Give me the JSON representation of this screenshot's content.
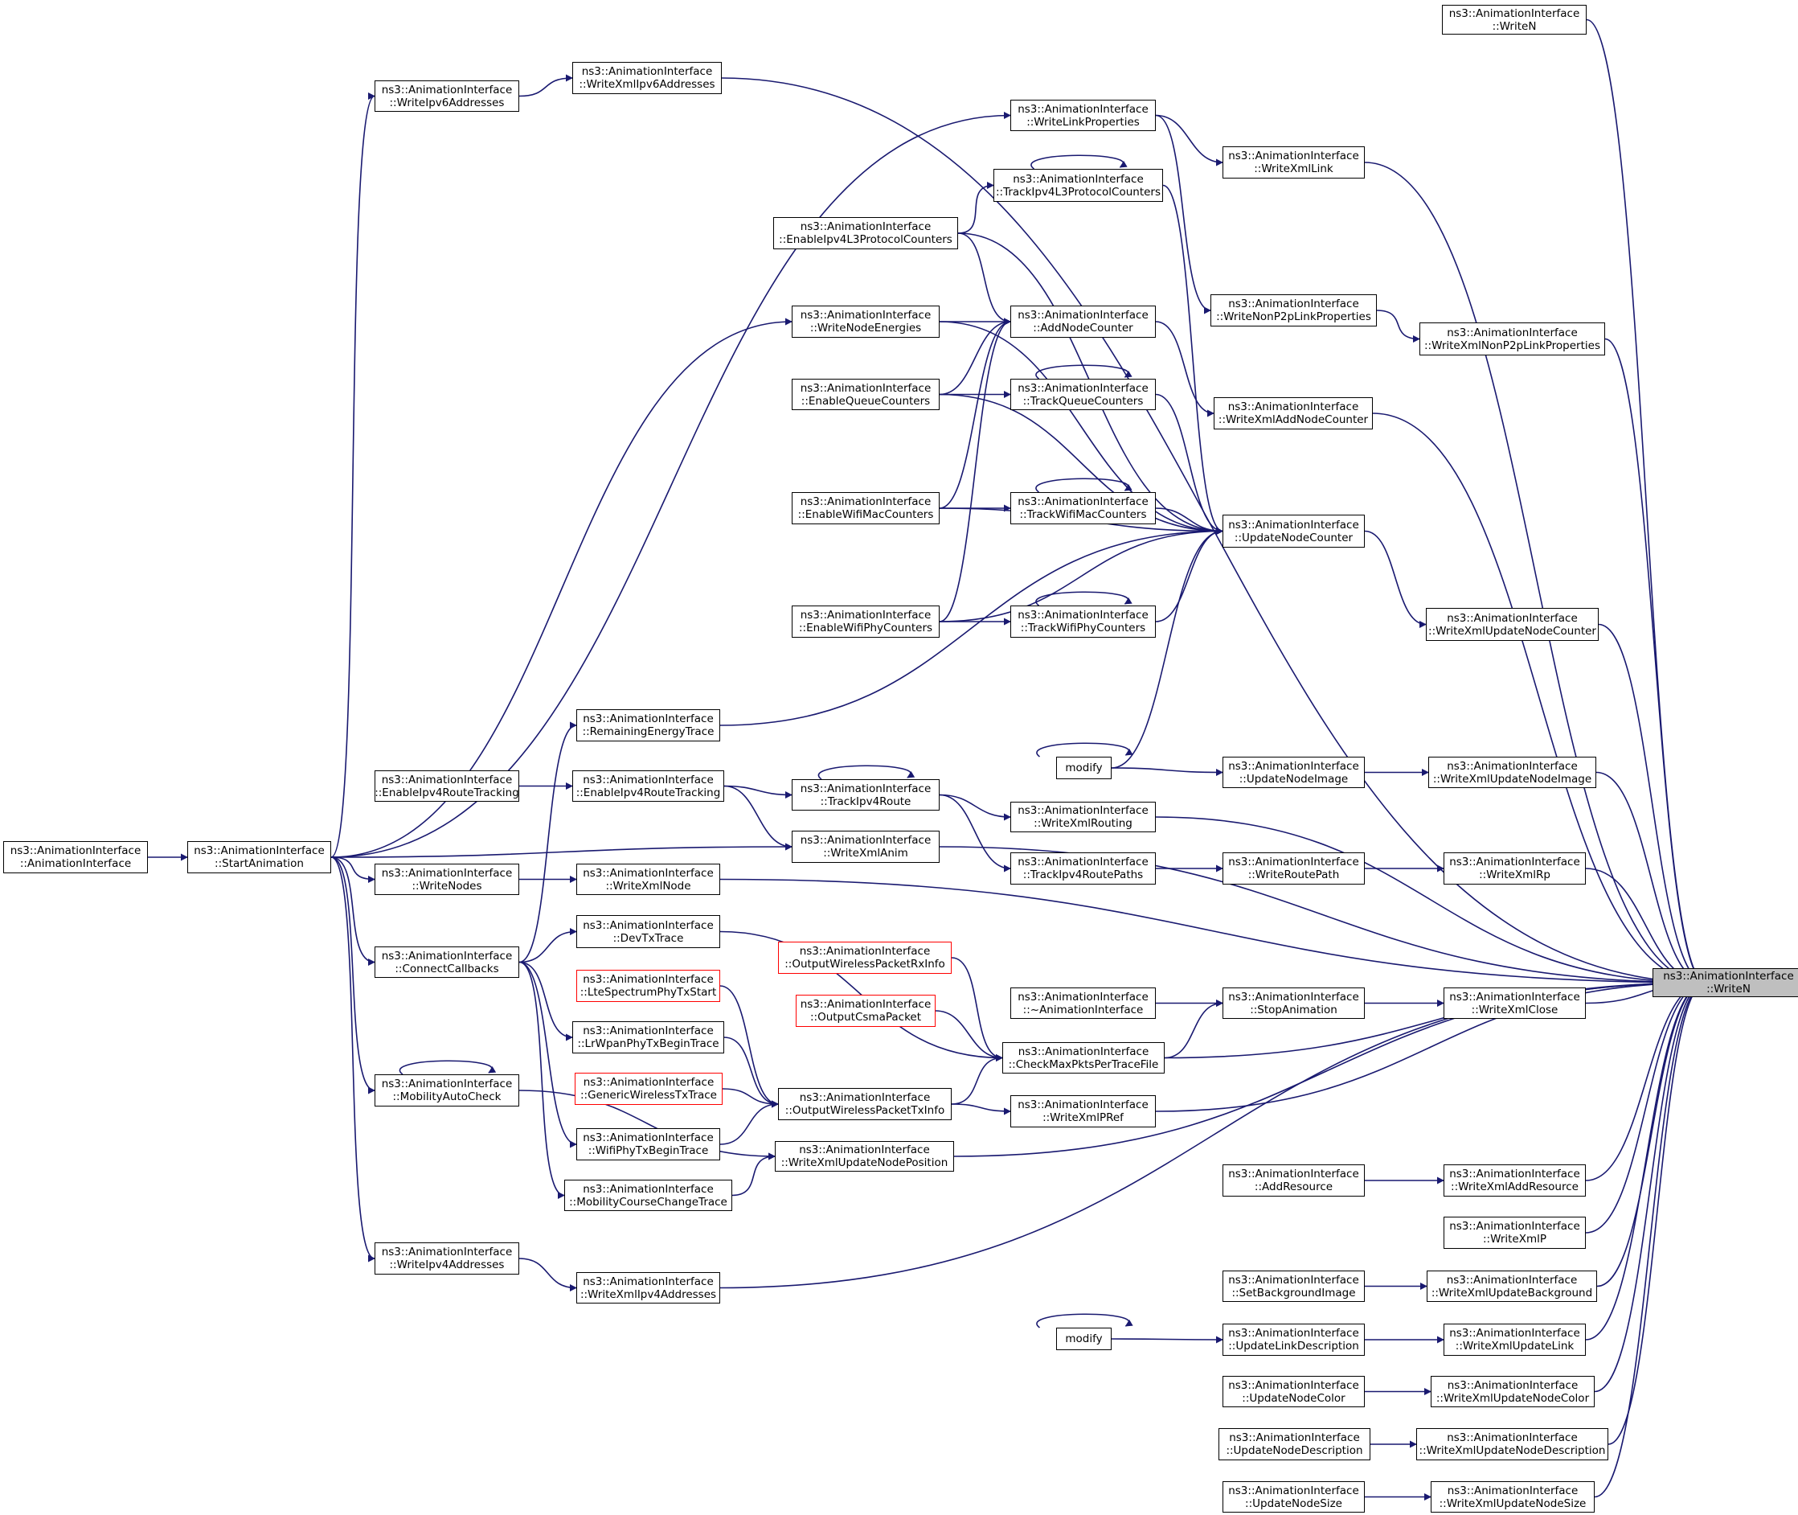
{
  "diagram": {
    "type": "doxygen-caller-graph",
    "focus_node": "WriteN",
    "colors": {
      "edge": "#191970",
      "node_border": "#000000",
      "undocumented_border": "#ff0000",
      "focus_fill": "#bfbfbf"
    },
    "nodes": [
      {
        "id": "WriteN",
        "lines": [
          "ns3::AnimationInterface",
          "::WriteN"
        ]
      },
      {
        "id": "WriteN_top",
        "lines": [
          "ns3::AnimationInterface",
          "::WriteN"
        ]
      },
      {
        "id": "WriteXmlIpv6Addresses",
        "lines": [
          "ns3::AnimationInterface",
          "::WriteXmlIpv6Addresses"
        ]
      },
      {
        "id": "WriteIpv6Addresses",
        "lines": [
          "ns3::AnimationInterface",
          "::WriteIpv6Addresses"
        ]
      },
      {
        "id": "WriteLinkProperties",
        "lines": [
          "ns3::AnimationInterface",
          "::WriteLinkProperties"
        ]
      },
      {
        "id": "WriteXmlLink",
        "lines": [
          "ns3::AnimationInterface",
          "::WriteXmlLink"
        ]
      },
      {
        "id": "TrackIpv4L3ProtocolCounters",
        "lines": [
          "ns3::AnimationInterface",
          "::TrackIpv4L3ProtocolCounters"
        ]
      },
      {
        "id": "EnableIpv4L3ProtocolCounters",
        "lines": [
          "ns3::AnimationInterface",
          "::EnableIpv4L3ProtocolCounters"
        ]
      },
      {
        "id": "WriteNonP2pLinkProperties",
        "lines": [
          "ns3::AnimationInterface",
          "::WriteNonP2pLinkProperties"
        ]
      },
      {
        "id": "WriteXmlNonP2pLinkProperties",
        "lines": [
          "ns3::AnimationInterface",
          "::WriteXmlNonP2pLinkProperties"
        ]
      },
      {
        "id": "WriteNodeEnergies",
        "lines": [
          "ns3::AnimationInterface",
          "::WriteNodeEnergies"
        ]
      },
      {
        "id": "AddNodeCounter",
        "lines": [
          "ns3::AnimationInterface",
          "::AddNodeCounter"
        ]
      },
      {
        "id": "EnableQueueCounters",
        "lines": [
          "ns3::AnimationInterface",
          "::EnableQueueCounters"
        ]
      },
      {
        "id": "TrackQueueCounters",
        "lines": [
          "ns3::AnimationInterface",
          "::TrackQueueCounters"
        ]
      },
      {
        "id": "WriteXmlAddNodeCounter",
        "lines": [
          "ns3::AnimationInterface",
          "::WriteXmlAddNodeCounter"
        ]
      },
      {
        "id": "EnableWifiMacCounters",
        "lines": [
          "ns3::AnimationInterface",
          "::EnableWifiMacCounters"
        ]
      },
      {
        "id": "TrackWifiMacCounters",
        "lines": [
          "ns3::AnimationInterface",
          "::TrackWifiMacCounters"
        ]
      },
      {
        "id": "UpdateNodeCounter",
        "lines": [
          "ns3::AnimationInterface",
          "::UpdateNodeCounter"
        ]
      },
      {
        "id": "EnableWifiPhyCounters",
        "lines": [
          "ns3::AnimationInterface",
          "::EnableWifiPhyCounters"
        ]
      },
      {
        "id": "TrackWifiPhyCounters",
        "lines": [
          "ns3::AnimationInterface",
          "::TrackWifiPhyCounters"
        ]
      },
      {
        "id": "WriteXmlUpdateNodeCounter",
        "lines": [
          "ns3::AnimationInterface",
          "::WriteXmlUpdateNodeCounter"
        ]
      },
      {
        "id": "RemainingEnergyTrace",
        "lines": [
          "ns3::AnimationInterface",
          "::RemainingEnergyTrace"
        ]
      },
      {
        "id": "modify1",
        "lines": [
          "modify"
        ]
      },
      {
        "id": "UpdateNodeImage",
        "lines": [
          "ns3::AnimationInterface",
          "::UpdateNodeImage"
        ]
      },
      {
        "id": "WriteXmlUpdateNodeImage",
        "lines": [
          "ns3::AnimationInterface",
          "::WriteXmlUpdateNodeImage"
        ]
      },
      {
        "id": "EnableIpv4RouteTracking_a",
        "lines": [
          "ns3::AnimationInterface",
          "::EnableIpv4RouteTracking"
        ]
      },
      {
        "id": "EnableIpv4RouteTracking_b",
        "lines": [
          "ns3::AnimationInterface",
          "::EnableIpv4RouteTracking"
        ]
      },
      {
        "id": "TrackIpv4Route",
        "lines": [
          "ns3::AnimationInterface",
          "::TrackIpv4Route"
        ]
      },
      {
        "id": "WriteXmlRouting",
        "lines": [
          "ns3::AnimationInterface",
          "::WriteXmlRouting"
        ]
      },
      {
        "id": "AnimationInterface",
        "lines": [
          "ns3::AnimationInterface",
          "::AnimationInterface"
        ]
      },
      {
        "id": "StartAnimation",
        "lines": [
          "ns3::AnimationInterface",
          "::StartAnimation"
        ]
      },
      {
        "id": "WriteXmlAnim",
        "lines": [
          "ns3::AnimationInterface",
          "::WriteXmlAnim"
        ]
      },
      {
        "id": "TrackIpv4RoutePaths",
        "lines": [
          "ns3::AnimationInterface",
          "::TrackIpv4RoutePaths"
        ]
      },
      {
        "id": "WriteRoutePath",
        "lines": [
          "ns3::AnimationInterface",
          "::WriteRoutePath"
        ]
      },
      {
        "id": "WriteXmlRp",
        "lines": [
          "ns3::AnimationInterface",
          "::WriteXmlRp"
        ]
      },
      {
        "id": "WriteNodes",
        "lines": [
          "ns3::AnimationInterface",
          "::WriteNodes"
        ]
      },
      {
        "id": "WriteXmlNode",
        "lines": [
          "ns3::AnimationInterface",
          "::WriteXmlNode"
        ]
      },
      {
        "id": "DevTxTrace",
        "lines": [
          "ns3::AnimationInterface",
          "::DevTxTrace"
        ]
      },
      {
        "id": "OutputWirelessPacketRxInfo",
        "lines": [
          "ns3::AnimationInterface",
          "::OutputWirelessPacketRxInfo"
        ],
        "undocumented": true
      },
      {
        "id": "ConnectCallbacks",
        "lines": [
          "ns3::AnimationInterface",
          "::ConnectCallbacks"
        ]
      },
      {
        "id": "LteSpectrumPhyTxStart",
        "lines": [
          "ns3::AnimationInterface",
          "::LteSpectrumPhyTxStart"
        ],
        "undocumented": true
      },
      {
        "id": "OutputCsmaPacket",
        "lines": [
          "ns3::AnimationInterface",
          "::OutputCsmaPacket"
        ],
        "undocumented": true
      },
      {
        "id": "Destructor",
        "lines": [
          "ns3::AnimationInterface",
          "::~AnimationInterface"
        ]
      },
      {
        "id": "StopAnimation",
        "lines": [
          "ns3::AnimationInterface",
          "::StopAnimation"
        ]
      },
      {
        "id": "WriteXmlClose",
        "lines": [
          "ns3::AnimationInterface",
          "::WriteXmlClose"
        ]
      },
      {
        "id": "LrWpanPhyTxBeginTrace",
        "lines": [
          "ns3::AnimationInterface",
          "::LrWpanPhyTxBeginTrace"
        ]
      },
      {
        "id": "CheckMaxPktsPerTraceFile",
        "lines": [
          "ns3::AnimationInterface",
          "::CheckMaxPktsPerTraceFile"
        ]
      },
      {
        "id": "MobilityAutoCheck",
        "lines": [
          "ns3::AnimationInterface",
          "::MobilityAutoCheck"
        ]
      },
      {
        "id": "GenericWirelessTxTrace",
        "lines": [
          "ns3::AnimationInterface",
          "::GenericWirelessTxTrace"
        ],
        "undocumented": true
      },
      {
        "id": "OutputWirelessPacketTxInfo",
        "lines": [
          "ns3::AnimationInterface",
          "::OutputWirelessPacketTxInfo"
        ]
      },
      {
        "id": "WriteXmlPRef",
        "lines": [
          "ns3::AnimationInterface",
          "::WriteXmlPRef"
        ]
      },
      {
        "id": "WifiPhyTxBeginTrace",
        "lines": [
          "ns3::AnimationInterface",
          "::WifiPhyTxBeginTrace"
        ]
      },
      {
        "id": "WriteXmlUpdateNodePosition",
        "lines": [
          "ns3::AnimationInterface",
          "::WriteXmlUpdateNodePosition"
        ]
      },
      {
        "id": "AddResource",
        "lines": [
          "ns3::AnimationInterface",
          "::AddResource"
        ]
      },
      {
        "id": "WriteXmlAddResource",
        "lines": [
          "ns3::AnimationInterface",
          "::WriteXmlAddResource"
        ]
      },
      {
        "id": "MobilityCourseChangeTrace",
        "lines": [
          "ns3::AnimationInterface",
          "::MobilityCourseChangeTrace"
        ]
      },
      {
        "id": "WriteXmlP",
        "lines": [
          "ns3::AnimationInterface",
          "::WriteXmlP"
        ]
      },
      {
        "id": "WriteIpv4Addresses",
        "lines": [
          "ns3::AnimationInterface",
          "::WriteIpv4Addresses"
        ]
      },
      {
        "id": "WriteXmlIpv4Addresses",
        "lines": [
          "ns3::AnimationInterface",
          "::WriteXmlIpv4Addresses"
        ]
      },
      {
        "id": "SetBackgroundImage",
        "lines": [
          "ns3::AnimationInterface",
          "::SetBackgroundImage"
        ]
      },
      {
        "id": "WriteXmlUpdateBackground",
        "lines": [
          "ns3::AnimationInterface",
          "::WriteXmlUpdateBackground"
        ]
      },
      {
        "id": "modify2",
        "lines": [
          "modify"
        ]
      },
      {
        "id": "UpdateLinkDescription",
        "lines": [
          "ns3::AnimationInterface",
          "::UpdateLinkDescription"
        ]
      },
      {
        "id": "WriteXmlUpdateLink",
        "lines": [
          "ns3::AnimationInterface",
          "::WriteXmlUpdateLink"
        ]
      },
      {
        "id": "UpdateNodeColor",
        "lines": [
          "ns3::AnimationInterface",
          "::UpdateNodeColor"
        ]
      },
      {
        "id": "WriteXmlUpdateNodeColor",
        "lines": [
          "ns3::AnimationInterface",
          "::WriteXmlUpdateNodeColor"
        ]
      },
      {
        "id": "UpdateNodeDescription",
        "lines": [
          "ns3::AnimationInterface",
          "::UpdateNodeDescription"
        ]
      },
      {
        "id": "WriteXmlUpdateNodeDescription",
        "lines": [
          "ns3::AnimationInterface",
          "::WriteXmlUpdateNodeDescription"
        ]
      },
      {
        "id": "UpdateNodeSize",
        "lines": [
          "ns3::AnimationInterface",
          "::UpdateNodeSize"
        ]
      },
      {
        "id": "WriteXmlUpdateNodeSize",
        "lines": [
          "ns3::AnimationInterface",
          "::WriteXmlUpdateNodeSize"
        ]
      }
    ],
    "edges": [
      [
        "WriteN_top",
        "WriteN"
      ],
      [
        "WriteXmlIpv6Addresses",
        "WriteN"
      ],
      [
        "WriteXmlLink",
        "WriteN"
      ],
      [
        "WriteXmlNonP2pLinkProperties",
        "WriteN"
      ],
      [
        "WriteXmlAddNodeCounter",
        "WriteN"
      ],
      [
        "WriteXmlUpdateNodeCounter",
        "WriteN"
      ],
      [
        "WriteXmlUpdateNodeImage",
        "WriteN"
      ],
      [
        "WriteXmlRouting",
        "WriteN"
      ],
      [
        "WriteXmlRp",
        "WriteN"
      ],
      [
        "WriteXmlAnim",
        "WriteN"
      ],
      [
        "WriteXmlNode",
        "WriteN"
      ],
      [
        "WriteXmlClose",
        "WriteN"
      ],
      [
        "CheckMaxPktsPerTraceFile",
        "WriteN"
      ],
      [
        "WriteXmlPRef",
        "WriteN"
      ],
      [
        "WriteXmlUpdateNodePosition",
        "WriteN"
      ],
      [
        "WriteXmlAddResource",
        "WriteN"
      ],
      [
        "WriteXmlP",
        "WriteN"
      ],
      [
        "WriteXmlIpv4Addresses",
        "WriteN"
      ],
      [
        "WriteXmlUpdateBackground",
        "WriteN"
      ],
      [
        "WriteXmlUpdateLink",
        "WriteN"
      ],
      [
        "WriteXmlUpdateNodeColor",
        "WriteN"
      ],
      [
        "WriteXmlUpdateNodeDescription",
        "WriteN"
      ],
      [
        "WriteXmlUpdateNodeSize",
        "WriteN"
      ],
      [
        "WriteIpv6Addresses",
        "WriteXmlIpv6Addresses"
      ],
      [
        "StartAnimation",
        "WriteIpv6Addresses"
      ],
      [
        "StartAnimation",
        "WriteLinkProperties"
      ],
      [
        "WriteLinkProperties",
        "WriteXmlLink"
      ],
      [
        "WriteLinkProperties",
        "WriteNonP2pLinkProperties"
      ],
      [
        "WriteNonP2pLinkProperties",
        "WriteXmlNonP2pLinkProperties"
      ],
      [
        "EnableIpv4L3ProtocolCounters",
        "TrackIpv4L3ProtocolCounters"
      ],
      [
        "TrackIpv4L3ProtocolCounters",
        "TrackIpv4L3ProtocolCounters"
      ],
      [
        "EnableIpv4L3ProtocolCounters",
        "AddNodeCounter"
      ],
      [
        "EnableIpv4L3ProtocolCounters",
        "UpdateNodeCounter"
      ],
      [
        "TrackIpv4L3ProtocolCounters",
        "UpdateNodeCounter"
      ],
      [
        "WriteNodeEnergies",
        "AddNodeCounter"
      ],
      [
        "WriteNodeEnergies",
        "UpdateNodeCounter"
      ],
      [
        "StartAnimation",
        "WriteNodeEnergies"
      ],
      [
        "EnableQueueCounters",
        "AddNodeCounter"
      ],
      [
        "EnableQueueCounters",
        "TrackQueueCounters"
      ],
      [
        "TrackQueueCounters",
        "TrackQueueCounters"
      ],
      [
        "EnableQueueCounters",
        "UpdateNodeCounter"
      ],
      [
        "TrackQueueCounters",
        "UpdateNodeCounter"
      ],
      [
        "AddNodeCounter",
        "WriteXmlAddNodeCounter"
      ],
      [
        "EnableWifiMacCounters",
        "AddNodeCounter"
      ],
      [
        "EnableWifiMacCounters",
        "TrackWifiMacCounters"
      ],
      [
        "TrackWifiMacCounters",
        "TrackWifiMacCounters"
      ],
      [
        "EnableWifiMacCounters",
        "UpdateNodeCounter"
      ],
      [
        "TrackWifiMacCounters",
        "UpdateNodeCounter"
      ],
      [
        "EnableWifiPhyCounters",
        "AddNodeCounter"
      ],
      [
        "EnableWifiPhyCounters",
        "TrackWifiPhyCounters"
      ],
      [
        "TrackWifiPhyCounters",
        "TrackWifiPhyCounters"
      ],
      [
        "EnableWifiPhyCounters",
        "UpdateNodeCounter"
      ],
      [
        "TrackWifiPhyCounters",
        "UpdateNodeCounter"
      ],
      [
        "UpdateNodeCounter",
        "WriteXmlUpdateNodeCounter"
      ],
      [
        "RemainingEnergyTrace",
        "UpdateNodeCounter"
      ],
      [
        "modify1",
        "UpdateNodeCounter"
      ],
      [
        "modify1",
        "modify1"
      ],
      [
        "modify1",
        "UpdateNodeImage"
      ],
      [
        "UpdateNodeImage",
        "WriteXmlUpdateNodeImage"
      ],
      [
        "EnableIpv4RouteTracking_a",
        "EnableIpv4RouteTracking_b"
      ],
      [
        "EnableIpv4RouteTracking_b",
        "TrackIpv4Route"
      ],
      [
        "TrackIpv4Route",
        "TrackIpv4Route"
      ],
      [
        "TrackIpv4Route",
        "WriteXmlRouting"
      ],
      [
        "TrackIpv4Route",
        "TrackIpv4RoutePaths"
      ],
      [
        "TrackIpv4RoutePaths",
        "WriteRoutePath"
      ],
      [
        "WriteRoutePath",
        "WriteXmlRp"
      ],
      [
        "EnableIpv4RouteTracking_b",
        "WriteXmlAnim"
      ],
      [
        "StartAnimation",
        "WriteXmlAnim"
      ],
      [
        "AnimationInterface",
        "StartAnimation"
      ],
      [
        "StartAnimation",
        "WriteNodes"
      ],
      [
        "WriteNodes",
        "WriteXmlNode"
      ],
      [
        "StartAnimation",
        "ConnectCallbacks"
      ],
      [
        "ConnectCallbacks",
        "RemainingEnergyTrace"
      ],
      [
        "ConnectCallbacks",
        "DevTxTrace"
      ],
      [
        "ConnectCallbacks",
        "LrWpanPhyTxBeginTrace"
      ],
      [
        "ConnectCallbacks",
        "WifiPhyTxBeginTrace"
      ],
      [
        "ConnectCallbacks",
        "MobilityCourseChangeTrace"
      ],
      [
        "DevTxTrace",
        "CheckMaxPktsPerTraceFile"
      ],
      [
        "OutputWirelessPacketRxInfo",
        "CheckMaxPktsPerTraceFile"
      ],
      [
        "OutputCsmaPacket",
        "CheckMaxPktsPerTraceFile"
      ],
      [
        "OutputWirelessPacketTxInfo",
        "CheckMaxPktsPerTraceFile"
      ],
      [
        "CheckMaxPktsPerTraceFile",
        "StopAnimation"
      ],
      [
        "Destructor",
        "StopAnimation"
      ],
      [
        "StopAnimation",
        "WriteXmlClose"
      ],
      [
        "LteSpectrumPhyTxStart",
        "OutputWirelessPacketTxInfo"
      ],
      [
        "LrWpanPhyTxBeginTrace",
        "OutputWirelessPacketTxInfo"
      ],
      [
        "GenericWirelessTxTrace",
        "OutputWirelessPacketTxInfo"
      ],
      [
        "WifiPhyTxBeginTrace",
        "OutputWirelessPacketTxInfo"
      ],
      [
        "OutputWirelessPacketTxInfo",
        "WriteXmlPRef"
      ],
      [
        "MobilityCourseChangeTrace",
        "WriteXmlUpdateNodePosition"
      ],
      [
        "StartAnimation",
        "MobilityAutoCheck"
      ],
      [
        "MobilityAutoCheck",
        "MobilityAutoCheck"
      ],
      [
        "MobilityAutoCheck",
        "WriteXmlUpdateNodePosition"
      ],
      [
        "StartAnimation",
        "WriteIpv4Addresses"
      ],
      [
        "WriteIpv4Addresses",
        "WriteXmlIpv4Addresses"
      ],
      [
        "AddResource",
        "WriteXmlAddResource"
      ],
      [
        "SetBackgroundImage",
        "WriteXmlUpdateBackground"
      ],
      [
        "modify2",
        "modify2"
      ],
      [
        "modify2",
        "UpdateLinkDescription"
      ],
      [
        "UpdateLinkDescription",
        "WriteXmlUpdateLink"
      ],
      [
        "UpdateNodeColor",
        "WriteXmlUpdateNodeColor"
      ],
      [
        "UpdateNodeDescription",
        "WriteXmlUpdateNodeDescription"
      ],
      [
        "UpdateNodeSize",
        "WriteXmlUpdateNodeSize"
      ]
    ]
  }
}
